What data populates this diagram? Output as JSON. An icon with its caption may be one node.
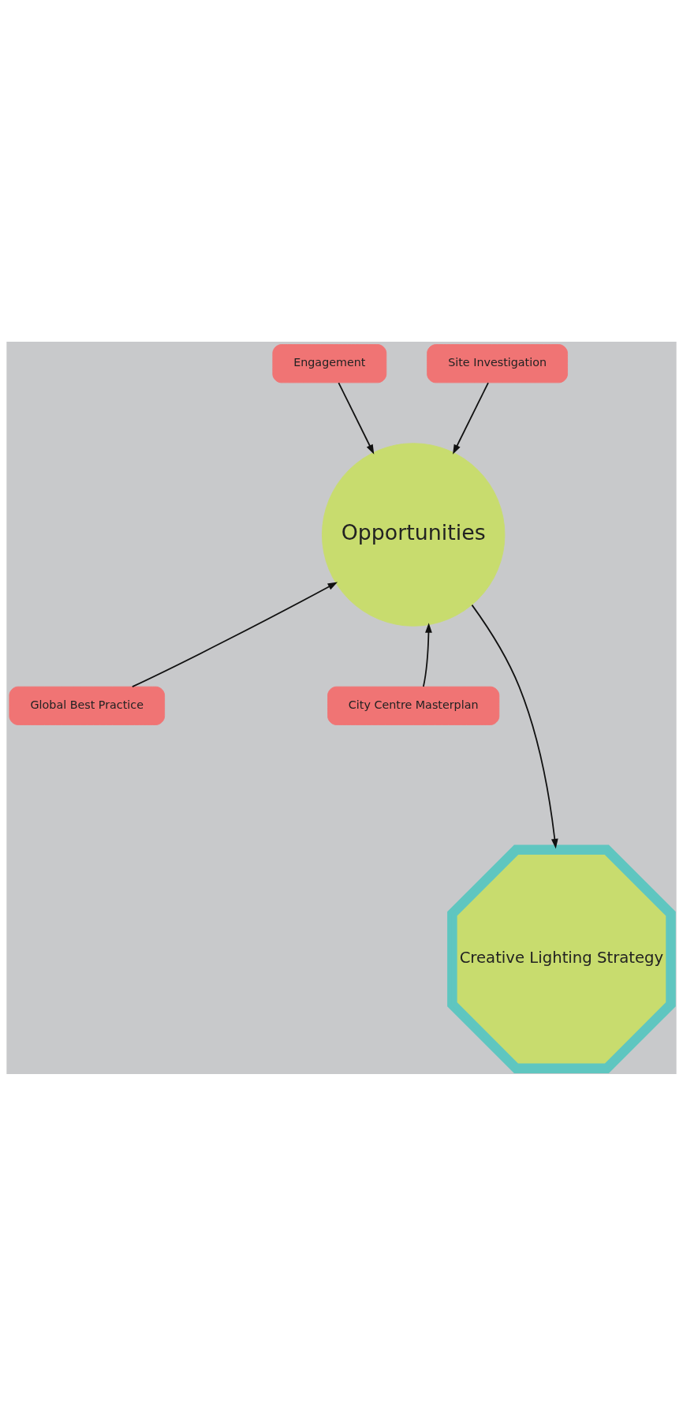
{
  "diagram": {
    "nodes": [
      {
        "text": [
          "Engagement"
        ]
      },
      {
        "text": [
          "Site Investigation"
        ]
      },
      {
        "text": [
          "Opportunities"
        ]
      },
      {
        "text": [
          "Global Best Practice"
        ]
      },
      {
        "text": [
          "City Centre Masterplan"
        ]
      },
      {
        "text": [
          "Creative Lighting Strategy"
        ]
      }
    ],
    "edges": [
      {
        "from": 0,
        "to": 2,
        "arrow": "to"
      },
      {
        "from": 1,
        "to": 2,
        "arrow": "to"
      },
      {
        "from": 3,
        "to": 2,
        "arrow": "to"
      },
      {
        "from": 4,
        "to": 2,
        "arrow": "to"
      },
      {
        "from": 2,
        "to": 5,
        "arrow": "to"
      }
    ]
  }
}
